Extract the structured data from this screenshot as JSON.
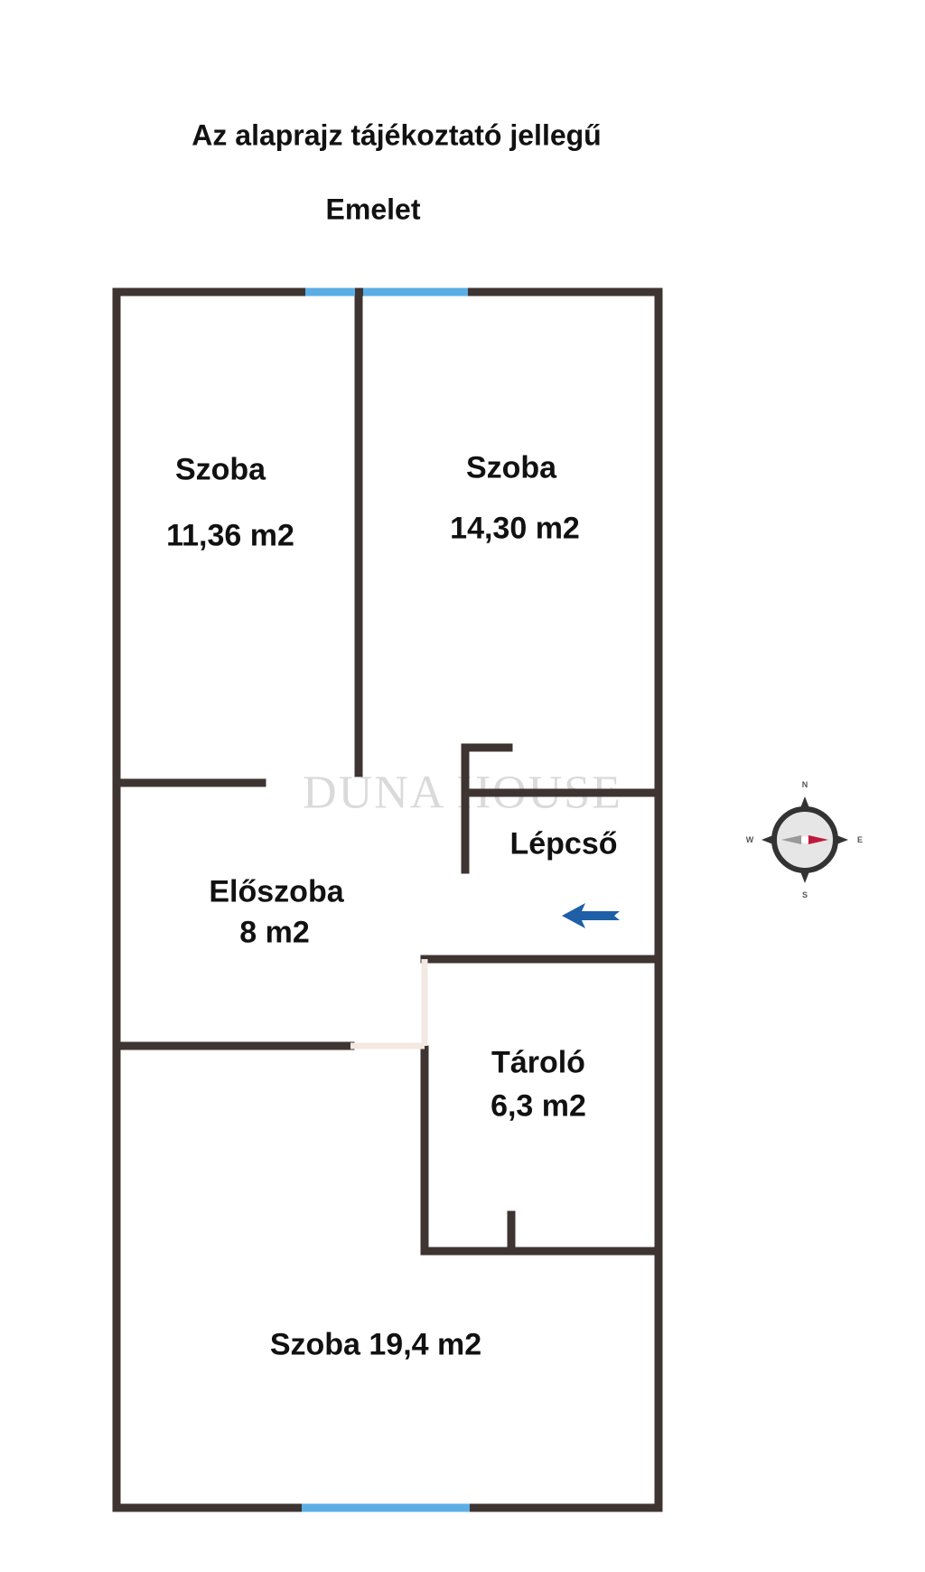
{
  "header": {
    "title": "Az alaprajz tájékoztató jellegű",
    "floor": "Emelet"
  },
  "rooms": [
    {
      "name": "Szoba",
      "area": "11,36 m2"
    },
    {
      "name": "Szoba",
      "area": "14,30 m2"
    },
    {
      "name": "Előszoba",
      "area": "8 m2"
    },
    {
      "name": "Lépcső"
    },
    {
      "name": "Tároló",
      "area": "6,3 m2"
    },
    {
      "label": "Szoba 19,4 m2"
    }
  ],
  "watermark": "DUNA HOUSE",
  "compass": {
    "n": "N",
    "s": "S",
    "e": "E",
    "w": "W"
  },
  "colors": {
    "wall": "#3e3431",
    "window": "#5aaee4",
    "arrow": "#1e5fa8",
    "needle": "#c0183c"
  }
}
